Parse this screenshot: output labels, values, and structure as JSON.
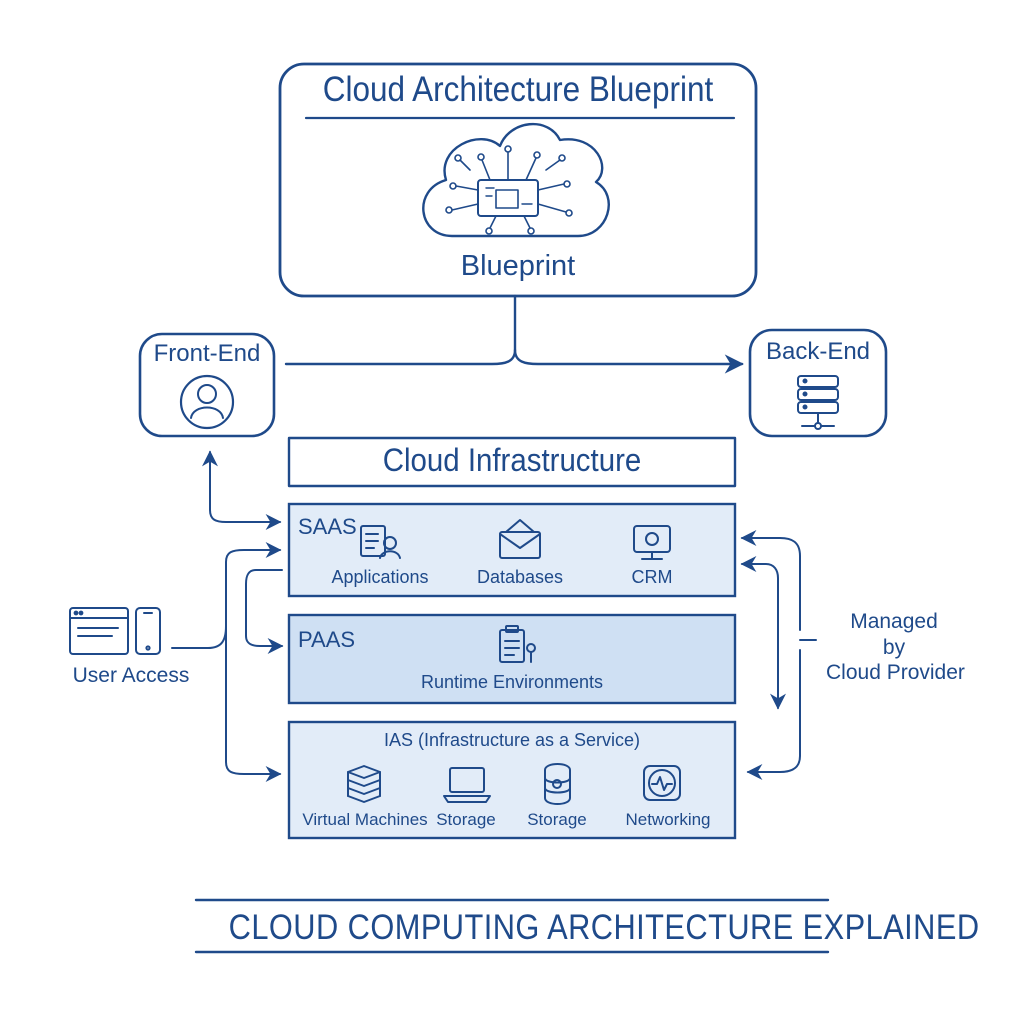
{
  "title": "Cloud Architecture Blueprint",
  "blueprint_label": "Blueprint",
  "front_end": {
    "label": "Front-End"
  },
  "back_end": {
    "label": "Back-End"
  },
  "infrastructure": {
    "title": "Cloud Infrastructure"
  },
  "layers": {
    "saas": {
      "name": "SAAS",
      "items": [
        "Applications",
        "Databases",
        "CRM"
      ]
    },
    "paas": {
      "name": "PAAS",
      "items": [
        "Runtime Environments"
      ]
    },
    "iaas": {
      "name": "IAS (Infrastructure as a Service)",
      "items": [
        "Virtual Machines",
        "Storage",
        "Storage",
        "Networking"
      ]
    }
  },
  "user_access": {
    "label": "User Access"
  },
  "managed": {
    "line1": "Managed",
    "line2": "by",
    "line3": "Cloud Provider"
  },
  "footer": "CLOUD COMPUTING ARCHITECTURE EXPLAINED",
  "colors": {
    "ink": "#1f4a8a",
    "layer_fill": "#e2ecf8",
    "paas_fill": "#cfe0f3"
  },
  "icons": [
    "cloud-circuit-icon",
    "user-icon",
    "server-icon",
    "app-icon",
    "envelope-icon",
    "monitor-icon",
    "clipboard-icon",
    "stack-icon",
    "laptop-icon",
    "disk-icon",
    "network-icon",
    "browser-window-icon",
    "phone-icon"
  ]
}
